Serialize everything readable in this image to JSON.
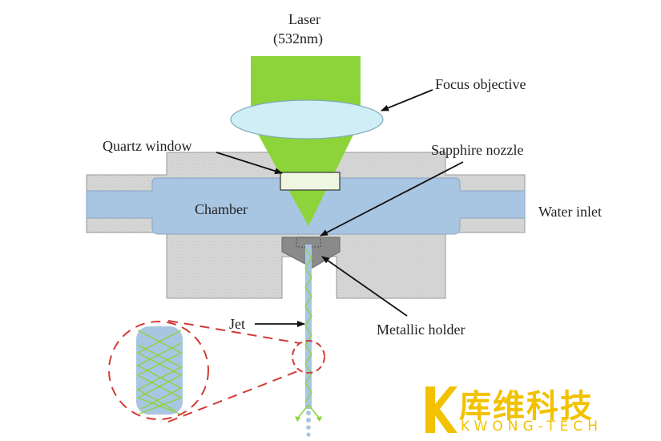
{
  "labels": {
    "laser_line1": "Laser",
    "laser_line2": "(532nm)",
    "focus_objective": "Focus objective",
    "quartz_window": "Quartz window",
    "sapphire_nozzle": "Sapphire nozzle",
    "chamber": "Chamber",
    "water_inlet": "Water inlet",
    "jet": "Jet",
    "metallic_holder": "Metallic holder"
  },
  "watermark": {
    "name_zh": "库维科技",
    "name_en": "KWONG-TECH"
  },
  "colors": {
    "laser_green": "#8cd43a",
    "lens_blue": "#cfeef6",
    "water_blue": "#a8c6e2",
    "housing_gray": "#d6d6d6",
    "holder_gray": "#8a8a8a",
    "zoom_red": "#d23b35",
    "logo_yellow": "#f2c200"
  }
}
